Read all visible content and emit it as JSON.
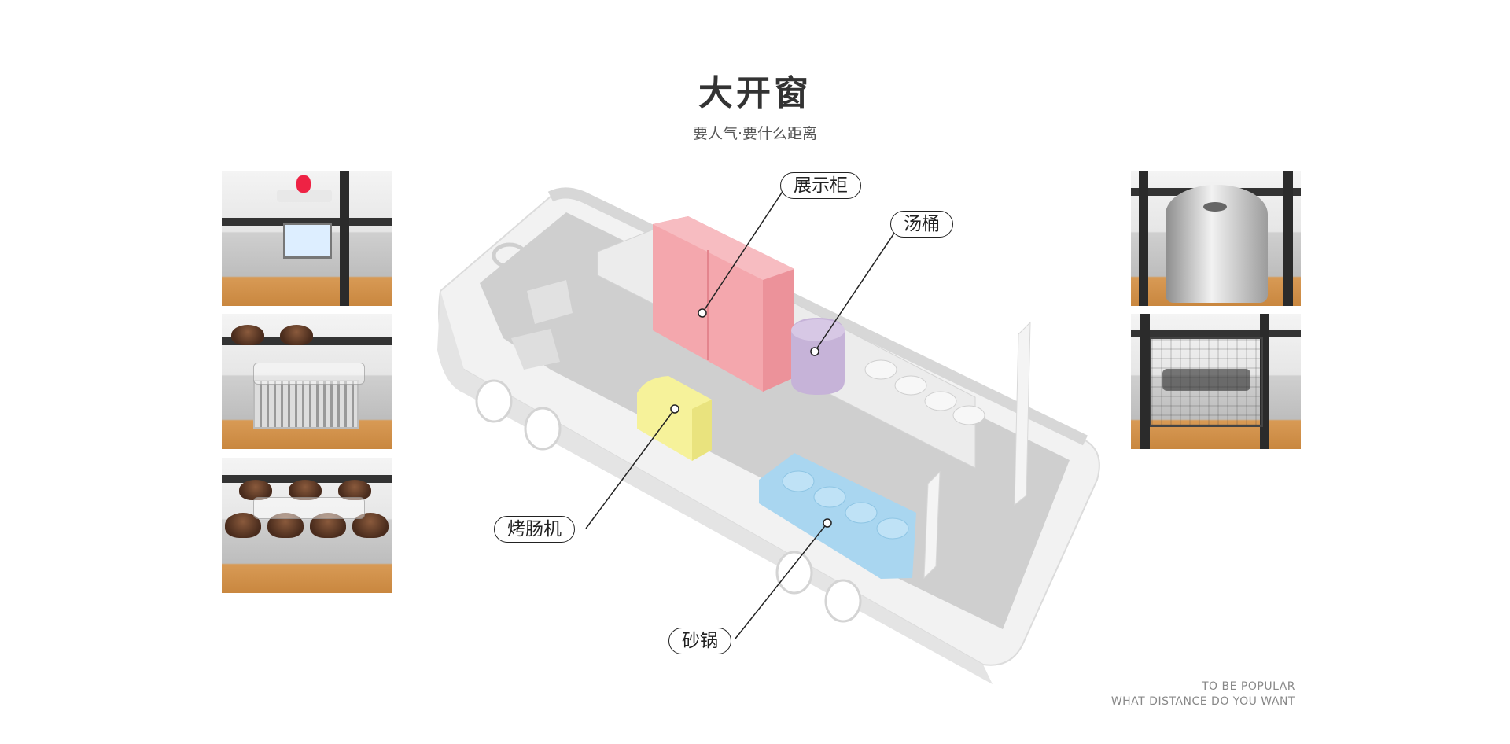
{
  "header": {
    "title": "大开窗",
    "subtitle": "要人气·要什么距离"
  },
  "callouts": {
    "display_cabinet": "展示柜",
    "soup_bucket": "汤桶",
    "sausage_machine": "烤肠机",
    "clay_pot": "砂锅"
  },
  "slogan": {
    "line1": "TO BE POPULAR",
    "line2": "WHAT DISTANCE DO YOU WANT"
  },
  "colors": {
    "display_cabinet": "#f4a7ad",
    "soup_bucket": "#c6b3d8",
    "sausage_machine": "#f6f29a",
    "clay_pot": "#a9d6f0"
  }
}
